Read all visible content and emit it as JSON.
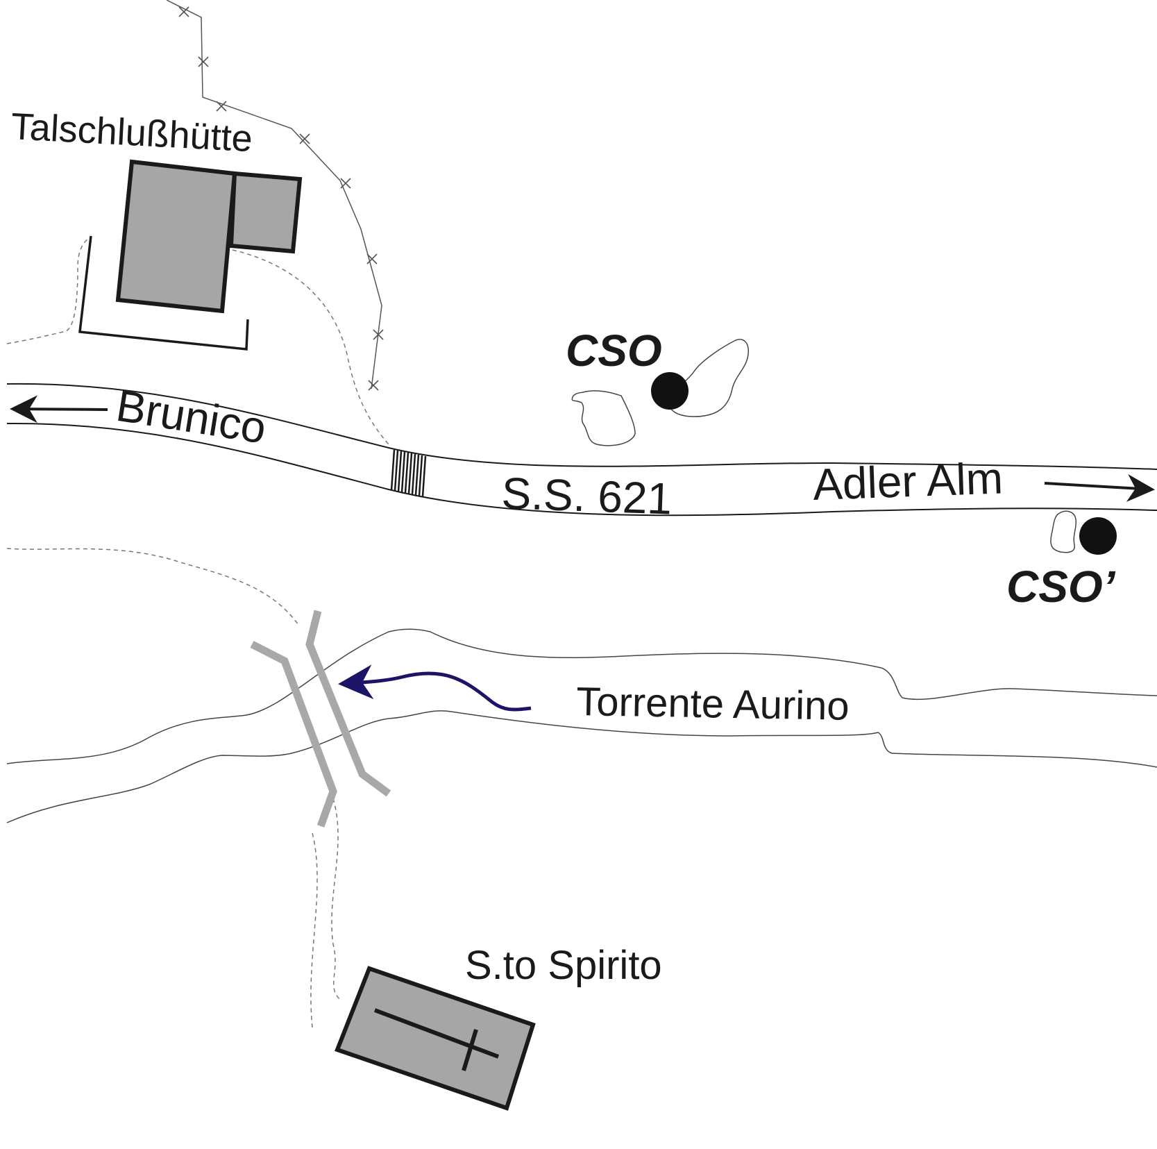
{
  "labels": {
    "hut": "Talschlußhütte",
    "direction_west": "Brunico",
    "road_number": "S.S. 621",
    "direction_east": "Adler Alm",
    "station_main": "CSO",
    "station_alt": "CSO’",
    "river": "Torrente Aurino",
    "church": "S.to Spirito"
  },
  "colors": {
    "ink": "#1a1a1a",
    "building_fill": "#a6a6a6",
    "bridge": "#a8a8a8",
    "flow_arrow": "#1c1466",
    "background": "#ffffff"
  }
}
